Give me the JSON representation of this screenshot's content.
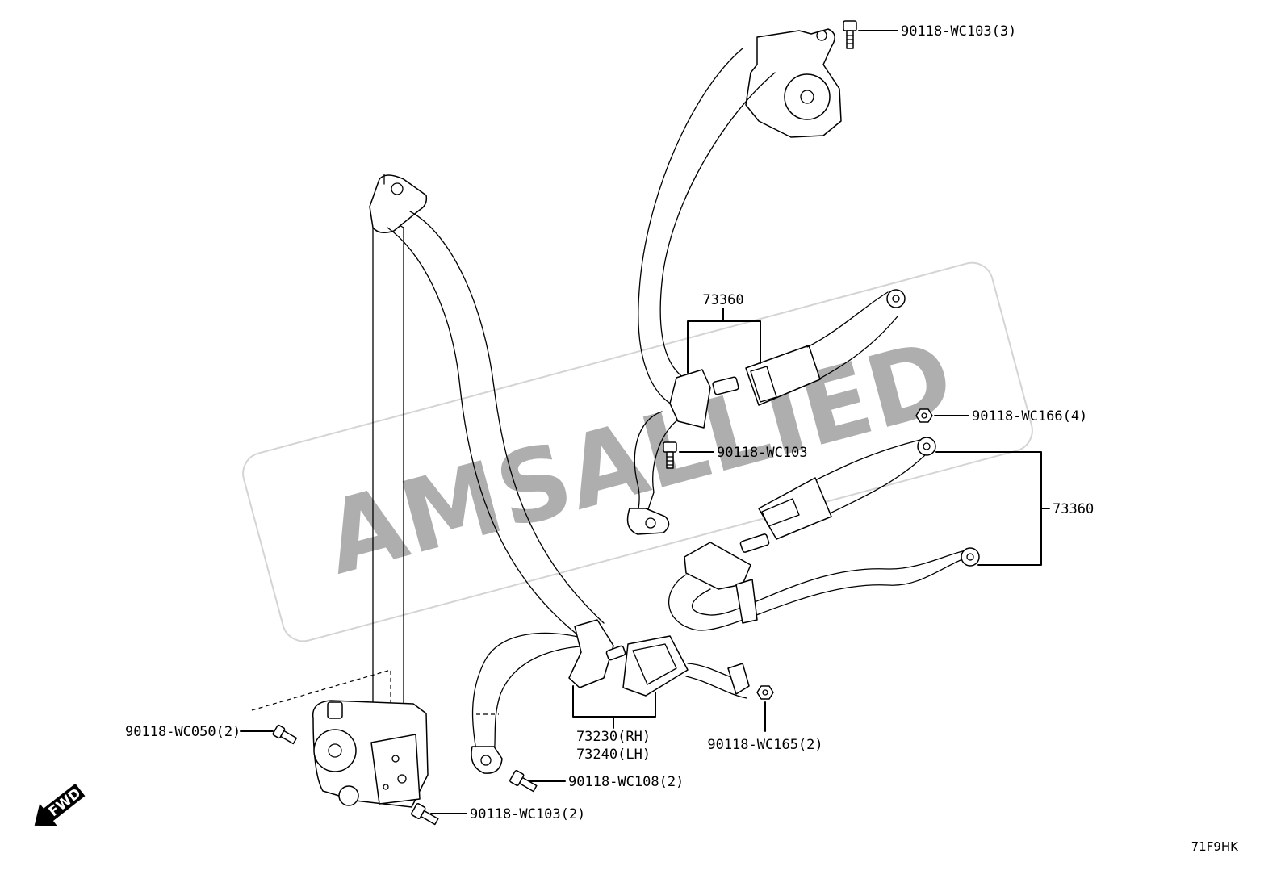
{
  "labels": {
    "bolt_top_right": "90118-WC103(3)",
    "buckle_rear_upper": "73360",
    "nut_right": "90118-WC166(4)",
    "bolt_mid": "90118-WC103",
    "buckle_rear_lower": "73360",
    "front_belt_rh": "73230(RH)",
    "front_belt_lh": "73240(LH)",
    "nut_buckle": "90118-WC165(2)",
    "bolt_retractor_upper": "90118-WC050(2)",
    "bolt_buckle_anchor": "90118-WC108(2)",
    "bolt_retractor_lower": "90118-WC103(2)"
  },
  "watermark": "AMSALLIED",
  "direction_arrow": "FWD",
  "diagram_code": "71F9HK",
  "icons": {
    "direction": "fwd-arrow-icon",
    "bolt": "bolt-icon",
    "nut": "nut-icon"
  },
  "colors": {
    "line": "#000000",
    "watermark": "#8f8f8f",
    "background": "#ffffff"
  }
}
